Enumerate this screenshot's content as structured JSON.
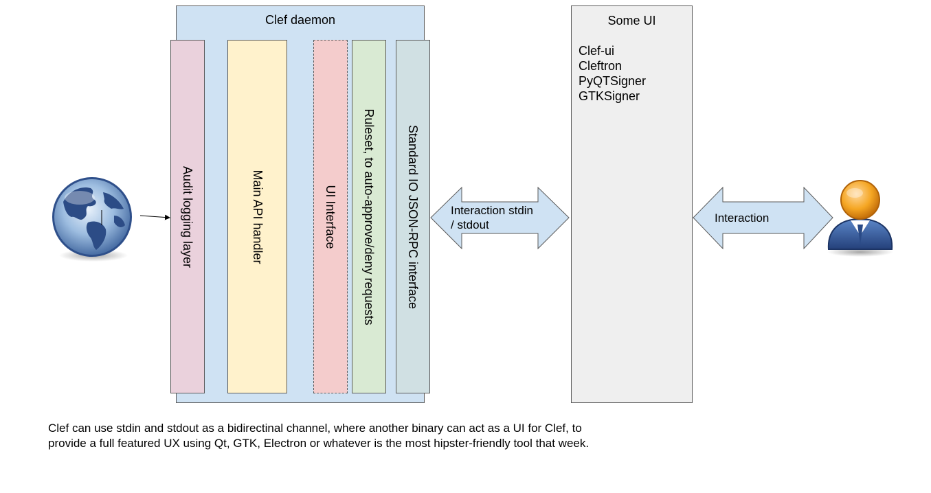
{
  "daemon": {
    "title": "Clef daemon",
    "layers": [
      {
        "label": "Audit logging layer",
        "color": "#ead1dc"
      },
      {
        "label": "Main API handler",
        "color": "#fff2cc"
      },
      {
        "label": "UI Interface",
        "color": "#f4cccc"
      },
      {
        "label": "Ruleset, to auto-approve/deny requests",
        "color": "#d9ead3"
      },
      {
        "label": "Standard IO JSON-RPC interface",
        "color": "#d0e0e3"
      }
    ],
    "color": "#cfe2f3"
  },
  "ui_box": {
    "title": "Some UI",
    "items": [
      "Clef-ui",
      "Cleftron",
      "PyQTSigner",
      "GTKSigner"
    ],
    "color": "#efefef"
  },
  "arrows": {
    "stdio_label": "Interaction stdin\n/ stdout",
    "user_label": "Interaction",
    "fill": "#cfe2f3"
  },
  "icons": {
    "left": "globe-icon",
    "right": "user-icon"
  },
  "caption": "Clef can use stdin and stdout as a bidirectinal channel, where another binary can act as a UI for Clef, to provide a full featured UX using Qt, GTK, Electron or whatever is the most hipster-friendly tool that week."
}
